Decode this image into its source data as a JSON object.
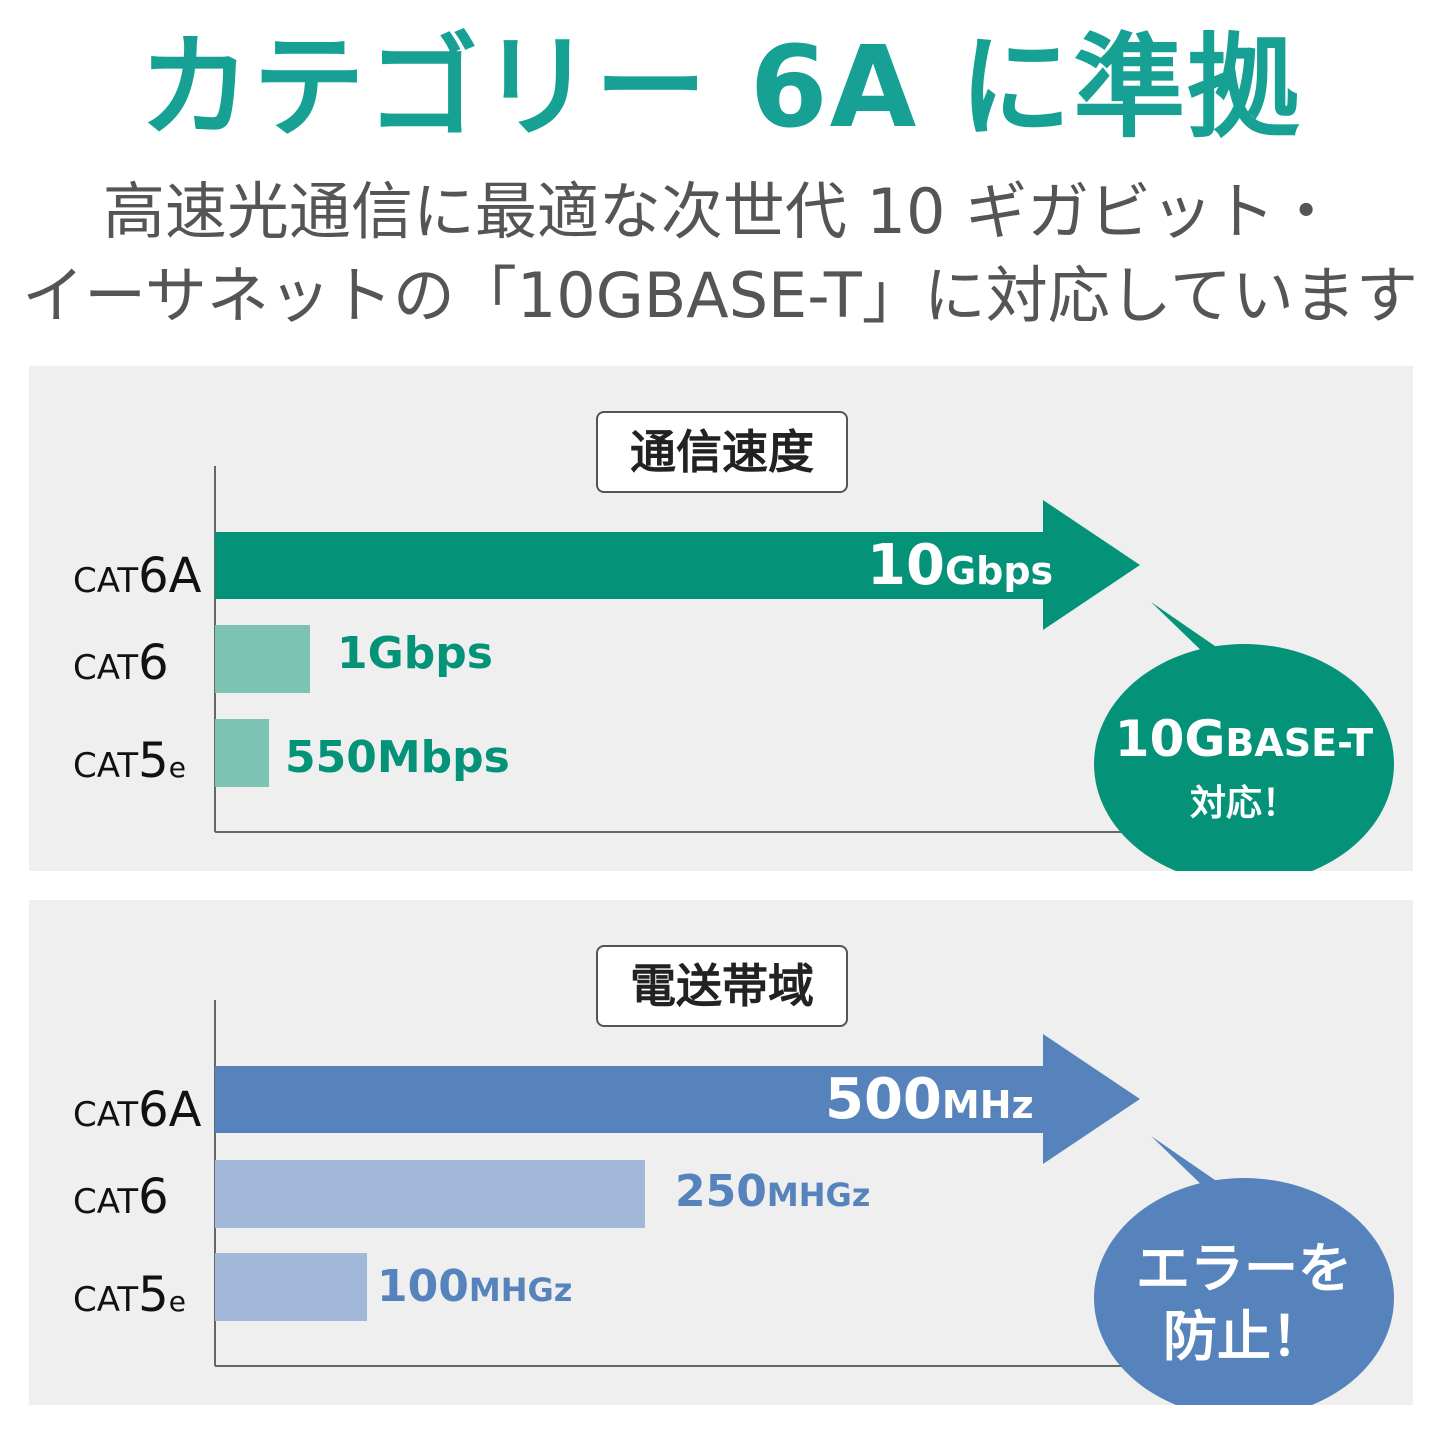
{
  "headline": "カテゴリー 6A に準拠",
  "subline1": "高速光通信に最適な次世代 10 ギガビット・",
  "subline2": "イーサネットの「10GBASE-T」に対応しています",
  "colors": {
    "speed_main": "#049379",
    "speed_light": "#7dc3b4",
    "band_main": "#5783bc",
    "band_light": "#a2b8d8",
    "headline": "#17a195"
  },
  "chart_data": [
    {
      "type": "bar",
      "orientation": "horizontal",
      "title": "通信速度",
      "categories": [
        "CAT6A",
        "CAT6",
        "CAT5e"
      ],
      "values": [
        10000,
        1000,
        550
      ],
      "unit": "Mbps",
      "value_labels": [
        {
          "num": "10",
          "unit": "Gbps"
        },
        {
          "num": "1",
          "unit": "Gbps"
        },
        {
          "num": "550",
          "unit": "Mbps"
        }
      ],
      "callout": {
        "line1_num": "10G",
        "line1_rest": "BASE-T",
        "line2": "対応！"
      }
    },
    {
      "type": "bar",
      "orientation": "horizontal",
      "title": "電送帯域",
      "categories": [
        "CAT6A",
        "CAT6",
        "CAT5e"
      ],
      "values": [
        500,
        250,
        100
      ],
      "unit": "MHz",
      "value_labels": [
        {
          "num": "500",
          "unit": "MHz"
        },
        {
          "num": "250",
          "unit": "MHGz"
        },
        {
          "num": "100",
          "unit": "MHGz"
        }
      ],
      "callout": {
        "line1": "エラーを",
        "line2": "防止！"
      }
    }
  ],
  "cat_labels": [
    {
      "c": "CAT",
      "n": "6A",
      "s": ""
    },
    {
      "c": "CAT",
      "n": "6",
      "s": ""
    },
    {
      "c": "CAT",
      "n": "5",
      "s": "e"
    }
  ]
}
